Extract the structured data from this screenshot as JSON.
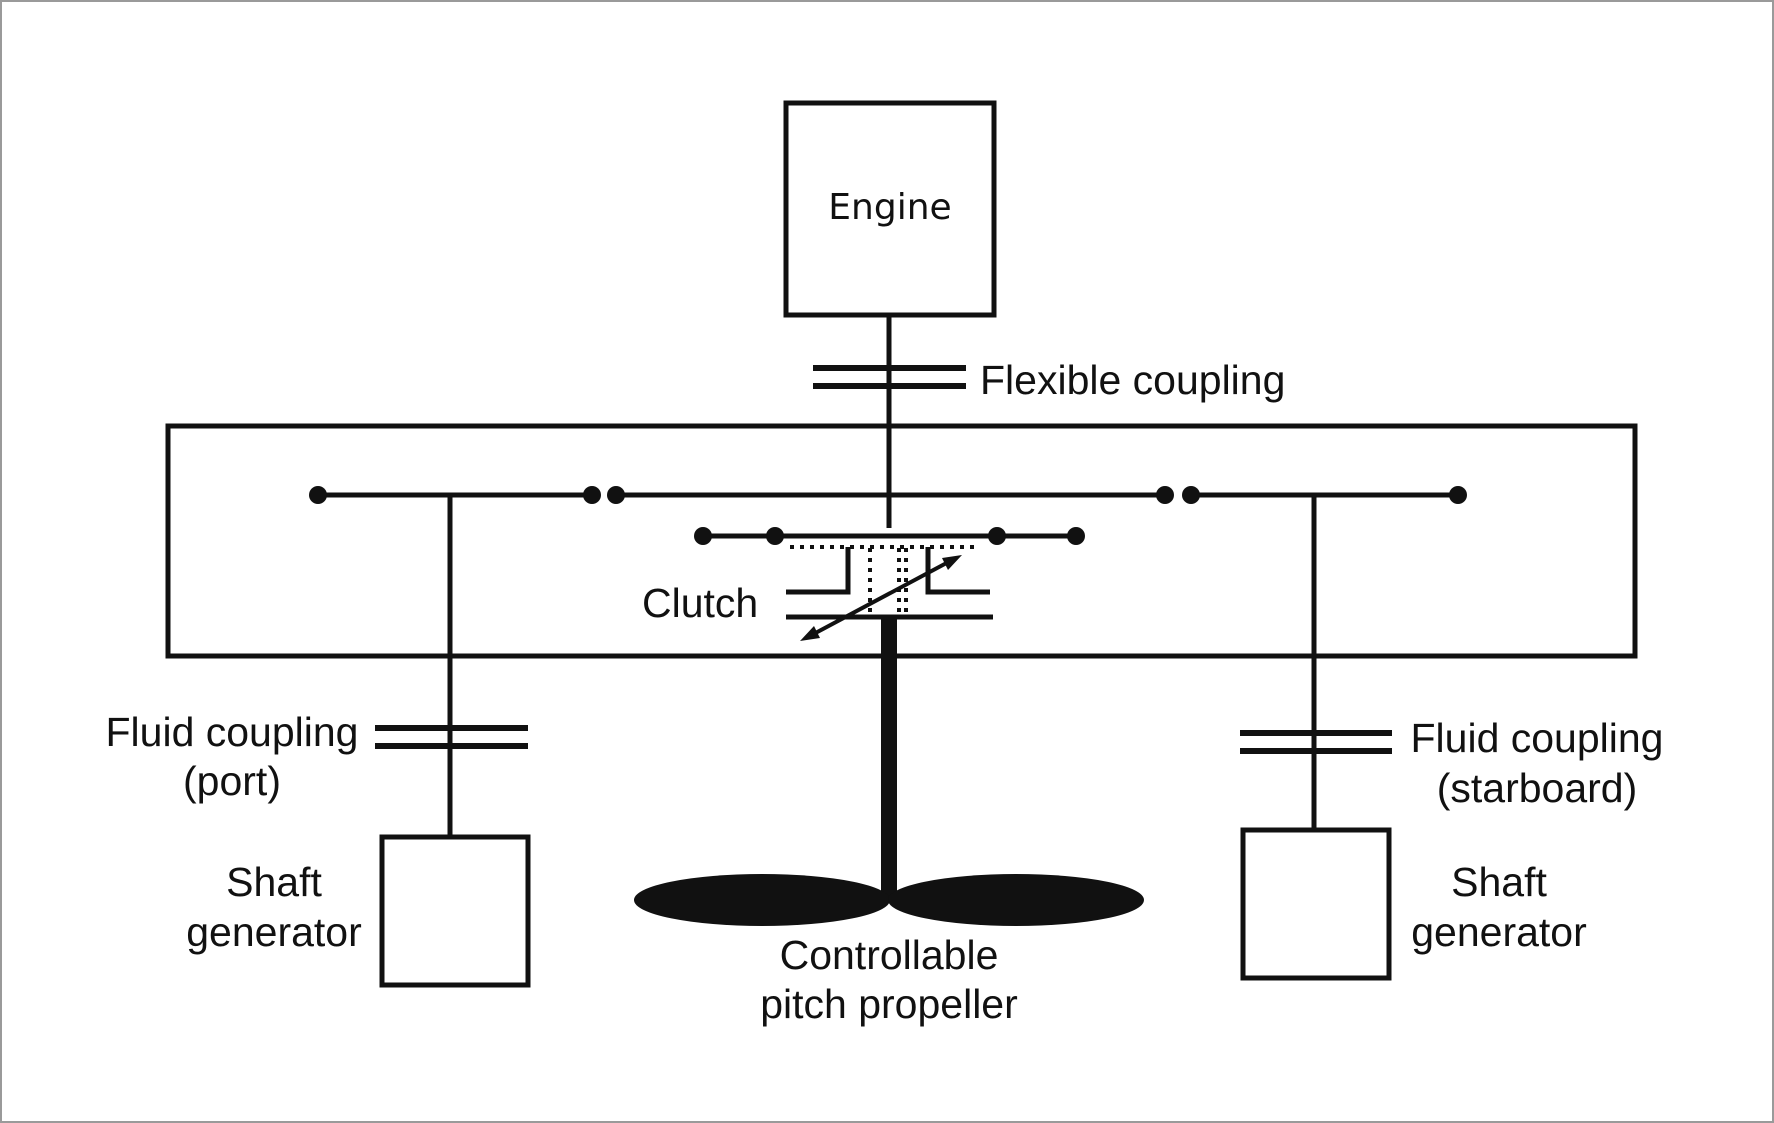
{
  "labels": {
    "engine": "Engine",
    "flexible_coupling": "Flexible coupling",
    "clutch": "Clutch",
    "fluid_coupling_port_line1": "Fluid coupling",
    "fluid_coupling_port_line2": "(port)",
    "fluid_coupling_starboard_line1": "Fluid coupling",
    "fluid_coupling_starboard_line2": "(starboard)",
    "shaft_generator_port_line1": "Shaft",
    "shaft_generator_port_line2": "generator",
    "shaft_generator_starboard_line1": "Shaft",
    "shaft_generator_starboard_line2": "generator",
    "propeller_line1": "Controllable",
    "propeller_line2": "pitch propeller"
  },
  "colors": {
    "line": "#111111",
    "background": "#ffffff",
    "frame": "#9a9a9a"
  }
}
